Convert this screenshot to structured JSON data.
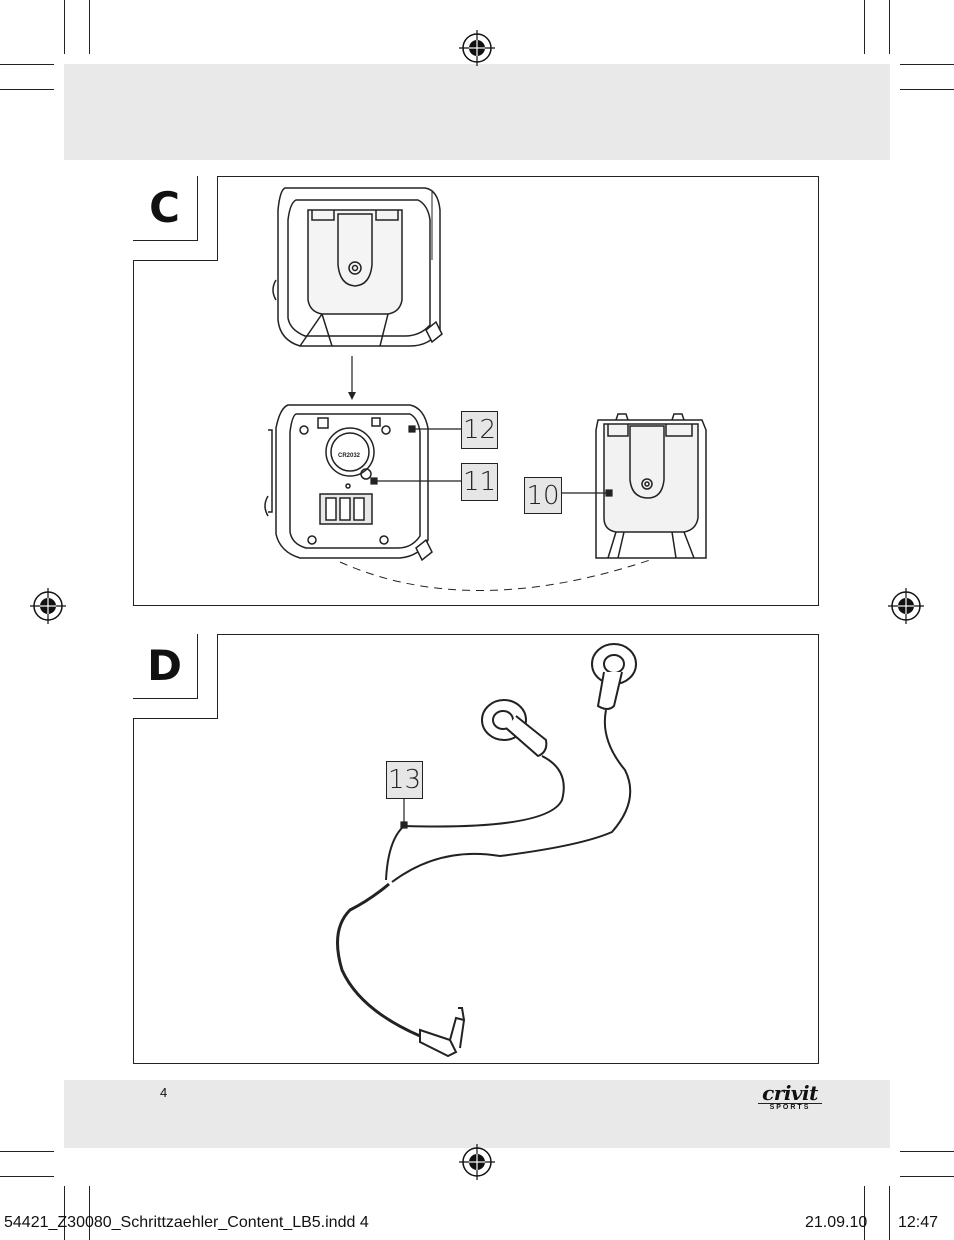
{
  "figures": [
    {
      "label": "C",
      "callouts": [
        "12",
        "11",
        "10"
      ],
      "battery_marking": "CR2032"
    },
    {
      "label": "D",
      "callouts": [
        "13"
      ]
    }
  ],
  "footer": {
    "page_number": "4",
    "brand": "crivit",
    "brand_sub": "SPORTS",
    "icons": [
      "registration-mark-icon",
      "crop-mark-icon"
    ]
  },
  "slug": {
    "file": "54421_Z30080_Schrittzaehler_Content_LB5.indd   4",
    "date": "21.09.10",
    "time": "12:47"
  }
}
